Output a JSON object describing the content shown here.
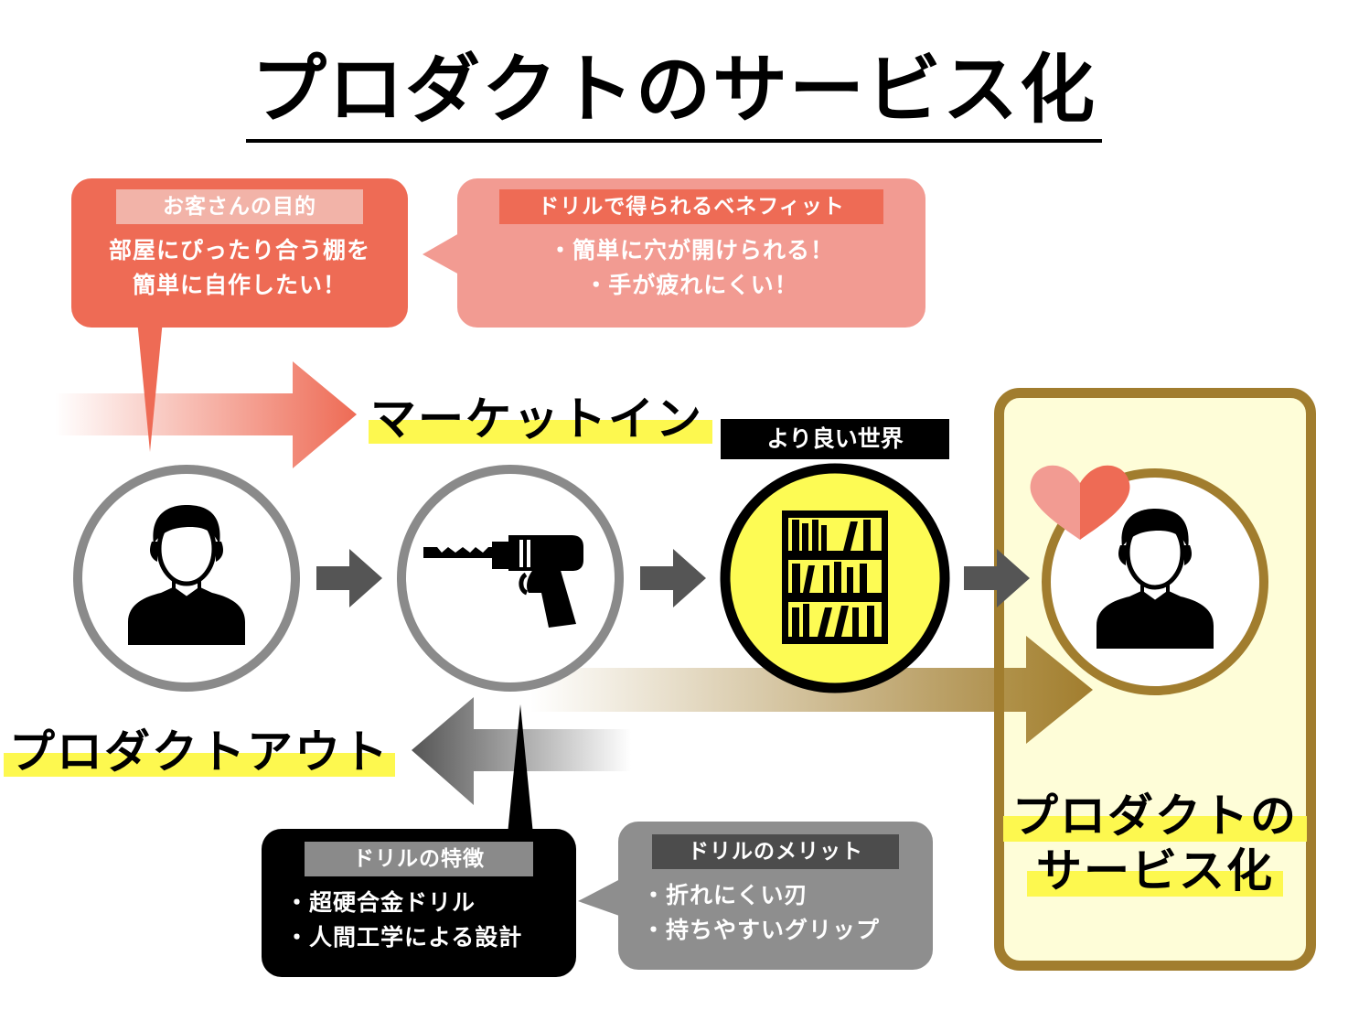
{
  "title": "プロダクトのサービス化",
  "bubbles": {
    "purpose": {
      "heading": "お客さんの目的",
      "lines": [
        "部屋にぴったり合う棚を",
        "簡単に自作したい！"
      ]
    },
    "benefit": {
      "heading": "ドリルで得られるベネフィット",
      "lines": [
        "・簡単に穴が開けられる！",
        "・手が疲れにくい！"
      ]
    },
    "feature": {
      "heading": "ドリルの特徴",
      "lines": [
        "・超硬合金ドリル",
        "・人間工学による設計"
      ]
    },
    "merit": {
      "heading": "ドリルのメリット",
      "lines": [
        "・折れにくい刃",
        "・持ちやすいグリップ"
      ]
    }
  },
  "labels": {
    "market_in": "マーケットイン",
    "product_out": "プロダクトアウト",
    "better_world": "より良い世界",
    "service_line1": "プロダクトの",
    "service_line2": "サービス化"
  },
  "colors": {
    "salmon": "#ee6b55",
    "pink": "#f29b92",
    "gold": "#a17d2e",
    "highlight": "#fdf84f",
    "gray": "#8e8e8e"
  },
  "icons": [
    "person-icon",
    "drill-icon",
    "bookshelf-icon",
    "heart-icon"
  ]
}
